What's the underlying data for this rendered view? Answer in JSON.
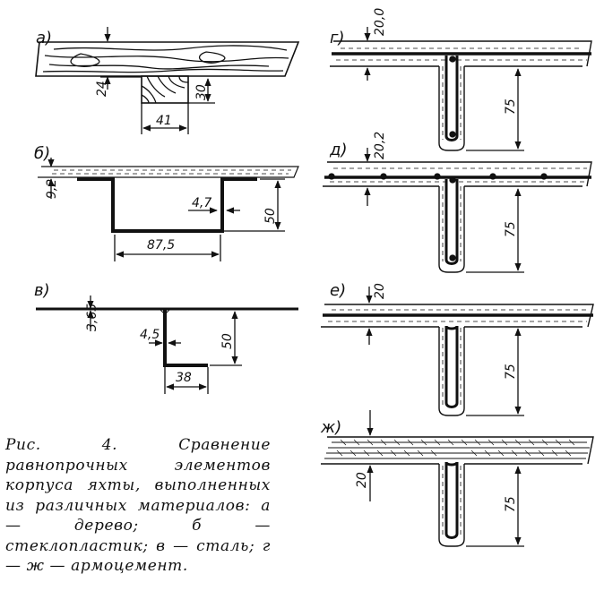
{
  "figure": {
    "panels": {
      "a": {
        "label": "а)",
        "dims": {
          "deck": "24",
          "beam_h": "30",
          "beam_w": "41"
        }
      },
      "b": {
        "label": "б)",
        "dims": {
          "deck": "9,2",
          "thick": "4,7",
          "height": "50",
          "width": "87,5"
        }
      },
      "v": {
        "label": "в)",
        "dims": {
          "deck": "3,65",
          "thick": "4,5",
          "height": "50",
          "flange": "38"
        }
      },
      "g": {
        "label": "г)",
        "dims": {
          "deck": "20,0",
          "height": "75"
        }
      },
      "d": {
        "label": "д)",
        "dims": {
          "deck": "20,2",
          "height": "75"
        }
      },
      "e": {
        "label": "е)",
        "dims": {
          "deck": "20",
          "height": "75"
        }
      },
      "zh": {
        "label": "ж)",
        "dims": {
          "deck": "20",
          "height": "75"
        }
      }
    },
    "caption": "Рис. 4. Сравнение равнопрочных элементов корпуса яхты, выполненных из различных материалов: а — дерево; б — стеклопластик; в — сталь; г — ж — армоцемент."
  }
}
